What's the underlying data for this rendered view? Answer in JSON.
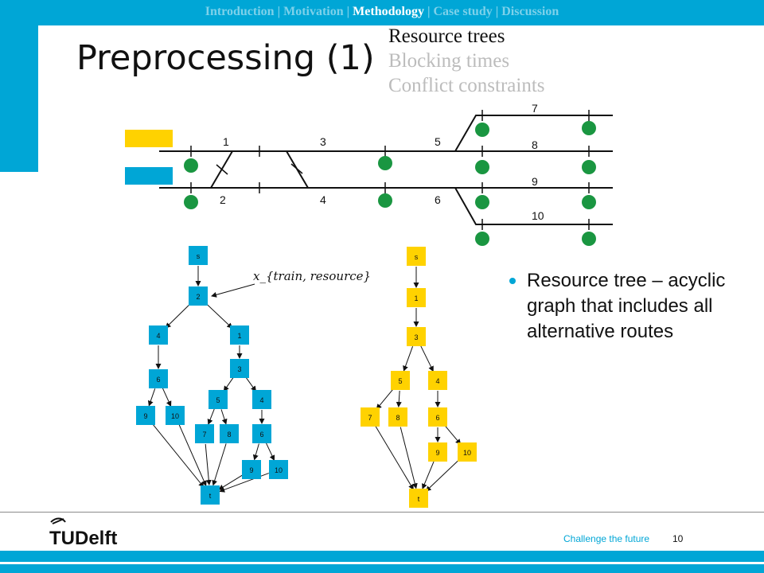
{
  "nav": {
    "items": [
      "Introduction",
      "Motivation",
      "Methodology",
      "Case study",
      "Discussion"
    ],
    "active": "Methodology"
  },
  "title": "Preprocessing (1)",
  "subtopics": [
    "Resource trees",
    "Blocking times",
    "Conflict constraints"
  ],
  "track": {
    "section_labels": [
      "1",
      "2",
      "3",
      "4",
      "5",
      "6",
      "7",
      "8",
      "9",
      "10"
    ],
    "colors": {
      "train_a": "#ffd200",
      "train_b": "#00a6d6",
      "signal": "#1a9641"
    }
  },
  "annotation": "x_{train, resource}",
  "tree_blue": {
    "color": "#00a6d6",
    "nodes": [
      "s",
      "2",
      "4",
      "1",
      "6",
      "3",
      "9",
      "10",
      "5",
      "4",
      "7",
      "8",
      "6",
      "9",
      "10",
      "t"
    ]
  },
  "tree_yellow": {
    "color": "#ffd200",
    "nodes": [
      "s",
      "1",
      "3",
      "5",
      "4",
      "7",
      "8",
      "6",
      "9",
      "10",
      "t"
    ]
  },
  "bullet": "Resource tree – acyclic graph that includes all alternative routes",
  "footer": {
    "logo_text": "TUDelft",
    "slogan": "Challenge the future",
    "page_number": "10"
  }
}
